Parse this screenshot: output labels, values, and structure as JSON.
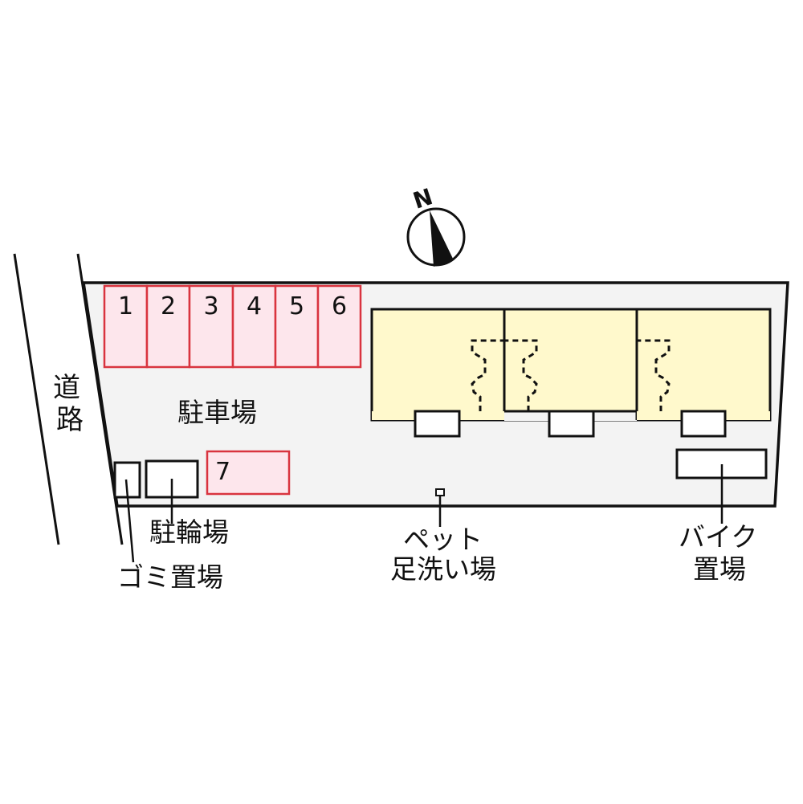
{
  "compass": {
    "label": "N"
  },
  "road": {
    "label_line1": "道",
    "label_line2": "路"
  },
  "parking": {
    "label": "駐車場",
    "spaces": [
      "1",
      "2",
      "3",
      "4",
      "5",
      "6",
      "7"
    ]
  },
  "facilities": {
    "bicycle": "駐輪場",
    "garbage": "ゴミ置場",
    "pet_wash_line1": "ペット",
    "pet_wash_line2": "足洗い場",
    "bike_line1": "バイク",
    "bike_line2": "置場"
  },
  "colors": {
    "lot_fill": "#f3f3f3",
    "parking_fill": "#fde6ec",
    "parking_stroke": "#d9343f",
    "building_fill": "#fff9cc",
    "line": "#111111"
  }
}
